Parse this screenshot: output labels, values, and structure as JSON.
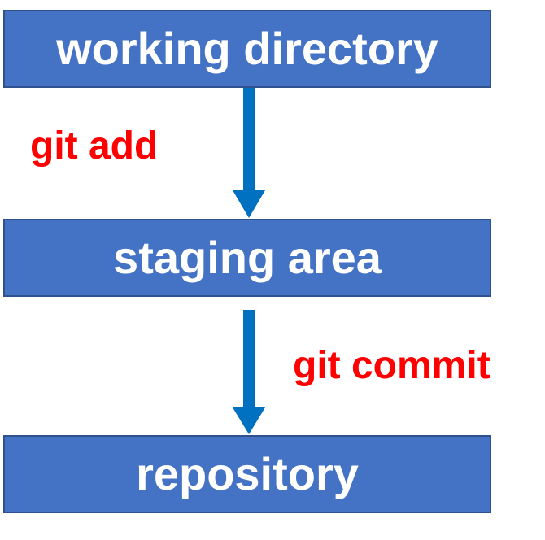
{
  "diagram": {
    "nodes": [
      {
        "id": "working",
        "label": "working directory"
      },
      {
        "id": "staging",
        "label": "staging area"
      },
      {
        "id": "repo",
        "label": "repository"
      }
    ],
    "edges": [
      {
        "from": "working",
        "to": "staging",
        "label": "git add"
      },
      {
        "from": "staging",
        "to": "repo",
        "label": "git commit"
      }
    ]
  },
  "colors": {
    "box_fill": "#4472c4",
    "box_border": "#2f528f",
    "box_text": "#ffffff",
    "arrow": "#0070c0",
    "command_text": "#ff0000"
  }
}
